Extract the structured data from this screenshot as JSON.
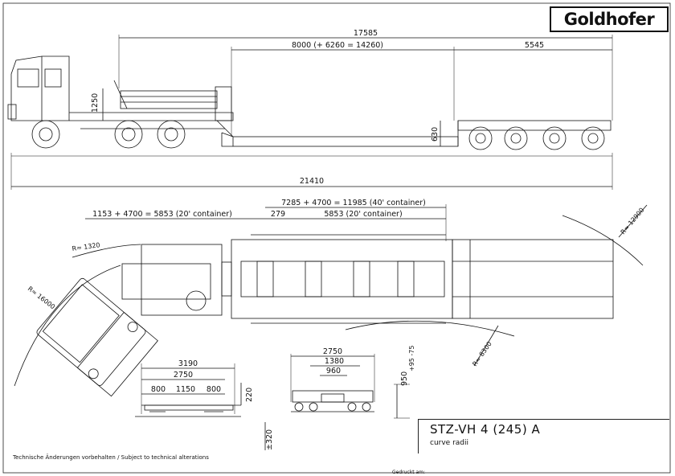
{
  "brand": {
    "logo_text": "Goldhofer"
  },
  "title_block": {
    "model": "STZ-VH 4 (245) A",
    "subtitle": "curve radii"
  },
  "side_view": {
    "overall_length_top": "17585",
    "deck_length": "8000 (+ 6260 = 14260)",
    "rear_section": "5545",
    "fifth_wheel_height": "1250",
    "deck_height": "630",
    "overall_length_bottom": "21410"
  },
  "plan_view": {
    "container_40": "7285 + 4700 = 11985 (40' container)",
    "container_20_left": "1153 + 4700 = 5853 (20' container)",
    "offset": "279",
    "container_20_right": "5853 (20' container)",
    "radius_1320": "R≈ 1320",
    "radius_16000": "R≈ 16000",
    "radius_12900": "R≈ 12900",
    "radius_8300": "R≈ 8300"
  },
  "rear_views": {
    "left_width": "3190",
    "left_inner": "2750",
    "seg1": "800",
    "seg2": "1150",
    "seg3": "800",
    "left_height": "220",
    "right_width": "2750",
    "right_inner": "1380",
    "right_center": "960",
    "right_height": "950",
    "right_tol": "+95 -75",
    "stroke": "±320"
  },
  "footer": {
    "note": "Technische Änderungen vorbehalten / Subject to technical alterations",
    "printed": "Gedruckt am:"
  }
}
